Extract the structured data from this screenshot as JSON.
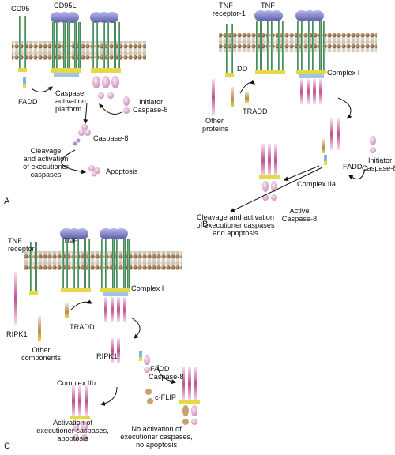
{
  "panel_a": {
    "letter": "A",
    "cd95": "CD95",
    "cd95l": "CD95L",
    "fadd": "FADD",
    "platform_l1": "Caspase",
    "platform_l2": "activation",
    "platform_l3": "platform",
    "initiator_l1": "Initiator",
    "initiator_l2": "Caspase-8",
    "caspase8": "Caspase-8",
    "cleavage_l1": "Cleavage",
    "cleavage_l2": "and activation",
    "cleavage_l3": "of executioner",
    "cleavage_l4": "caspases",
    "apoptosis": "Apoptosis"
  },
  "panel_b": {
    "letter": "B",
    "tnfr1_l1": "TNF",
    "tnfr1_l2": "receptor-1",
    "tnf": "TNF",
    "dd": "DD",
    "complex1": "Complex I",
    "other_l1": "Other",
    "other_l2": "proteins",
    "tradd": "TRADD",
    "fadd": "FADD",
    "initiator_l1": "Initiator",
    "initiator_l2": "Caspase-8",
    "complex2a": "Complex IIa",
    "cleavage_l1": "Cleavage and activation",
    "cleavage_l2": "of executioner caspases",
    "cleavage_l3": "and apoptosis",
    "active_l1": "Active",
    "active_l2": "Caspase-8"
  },
  "panel_c": {
    "letter": "C",
    "tnfr_l1": "TNF",
    "tnfr_l2": "receptor",
    "tnf": "TNF",
    "complex1": "Complex I",
    "ripk1_left": "RIPK1",
    "tradd": "TRADD",
    "other_l1": "Other",
    "other_l2": "components",
    "ripk1": "RIPK1",
    "fadd": "FADD",
    "caspase8": "Caspase-8",
    "complex2b": "Complex IIb",
    "cflip": "c-FLIP",
    "act_l1": "Activation of",
    "act_l2": "executioner caspases,",
    "act_l3": "apoptosis",
    "noact_l1": "No activation of",
    "noact_l2": "executioner caspases,",
    "noact_l3": "no apoptosis"
  },
  "colors": {
    "receptor": "#3f8a56",
    "ligand": "#7e7ec4",
    "membrane_head": "#8c6a4c",
    "adaptor": "#e7d84a",
    "caspase": "#dca7cf",
    "ripk1": "#c14f8f",
    "tradd": "#c8a16f",
    "arrow": "#111111"
  }
}
